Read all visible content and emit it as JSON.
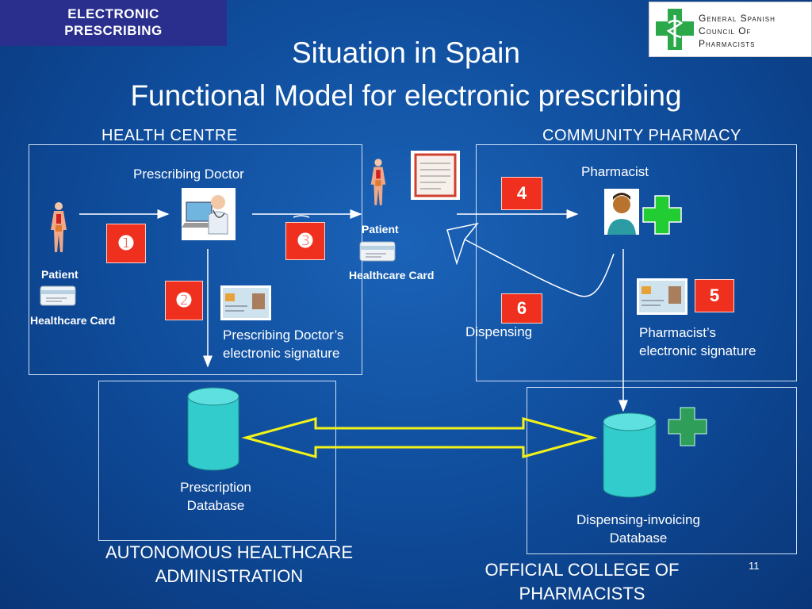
{
  "header": {
    "tag": [
      "ELECTRONIC",
      "PRESCRIBING"
    ],
    "logo_lines": [
      "General Spanish",
      "Council Of",
      "Pharmacists"
    ],
    "title_line1": "Situation in Spain",
    "title_line2": "Functional Model for electronic prescribing"
  },
  "health_centre": {
    "label": "HEALTH CENTRE",
    "doctor_label": "Prescribing Doctor",
    "patient_label": "Patient",
    "card_label": "Healthcare Card",
    "signature_label": [
      "Prescribing Doctor’s",
      "electronic signature"
    ]
  },
  "middle": {
    "patient_label": "Patient",
    "card_label": "Healthcare Card"
  },
  "community_pharmacy": {
    "label": "COMMUNITY PHARMACY",
    "pharmacist_label": "Pharmacist",
    "dispensing_label": "Dispensing",
    "signature_label": [
      "Pharmacist’s",
      "electronic signature"
    ]
  },
  "steps": {
    "s1": "➊",
    "s2": "➋",
    "s3": "➌",
    "s4": "4",
    "s5": "5",
    "s6": "6"
  },
  "databases": {
    "prescription": [
      "Prescription",
      "Database"
    ],
    "dispensing": [
      "Dispensing-invoicing",
      "Database"
    ]
  },
  "footer": {
    "left": [
      "AUTONOMOUS HEALTHCARE",
      "ADMINISTRATION"
    ],
    "right": [
      "OFFICIAL COLLEGE OF",
      "PHARMACISTS"
    ],
    "page_number": "11"
  },
  "colors": {
    "badge": "#f0301e",
    "db_cyan": "#33cccc",
    "arrow_yellow": "#f2f21a",
    "cross_green": "#22bb44"
  }
}
